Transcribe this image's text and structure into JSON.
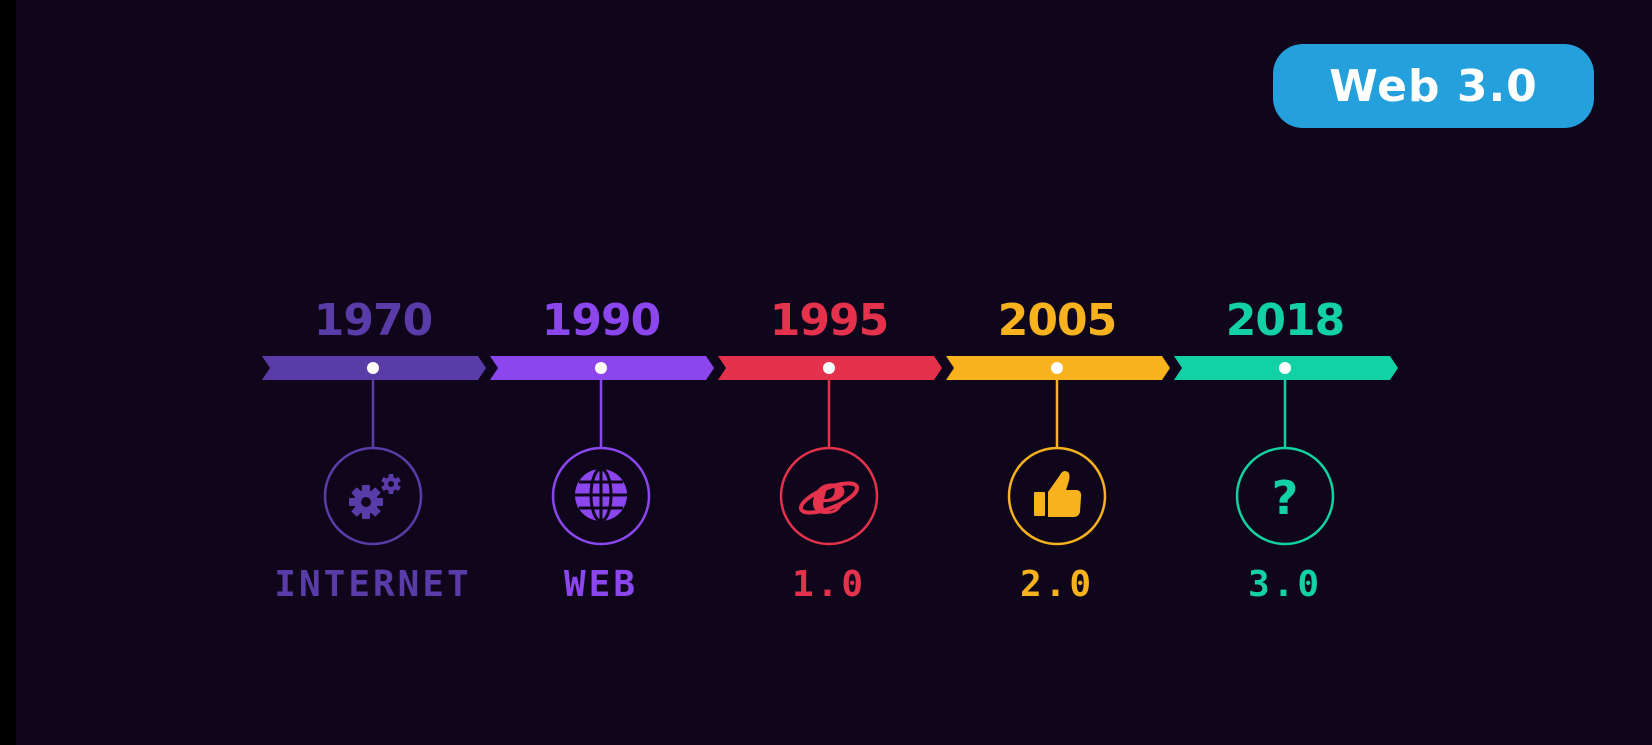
{
  "badge": {
    "label": "Web 3.0",
    "color": "#24a0dc"
  },
  "timeline": [
    {
      "year": "1970",
      "label": "INTERNET",
      "color": "#5a3ca8",
      "icon": "gears-icon"
    },
    {
      "year": "1990",
      "label": "WEB",
      "color": "#8c46ee",
      "icon": "globe-icon"
    },
    {
      "year": "1995",
      "label": "1.0",
      "color": "#e4324c",
      "icon": "internet-explorer-icon"
    },
    {
      "year": "2005",
      "label": "2.0",
      "color": "#f7b21e",
      "icon": "thumbs-up-icon"
    },
    {
      "year": "2018",
      "label": "3.0",
      "color": "#12d2a5",
      "icon": "question-mark-icon"
    }
  ]
}
